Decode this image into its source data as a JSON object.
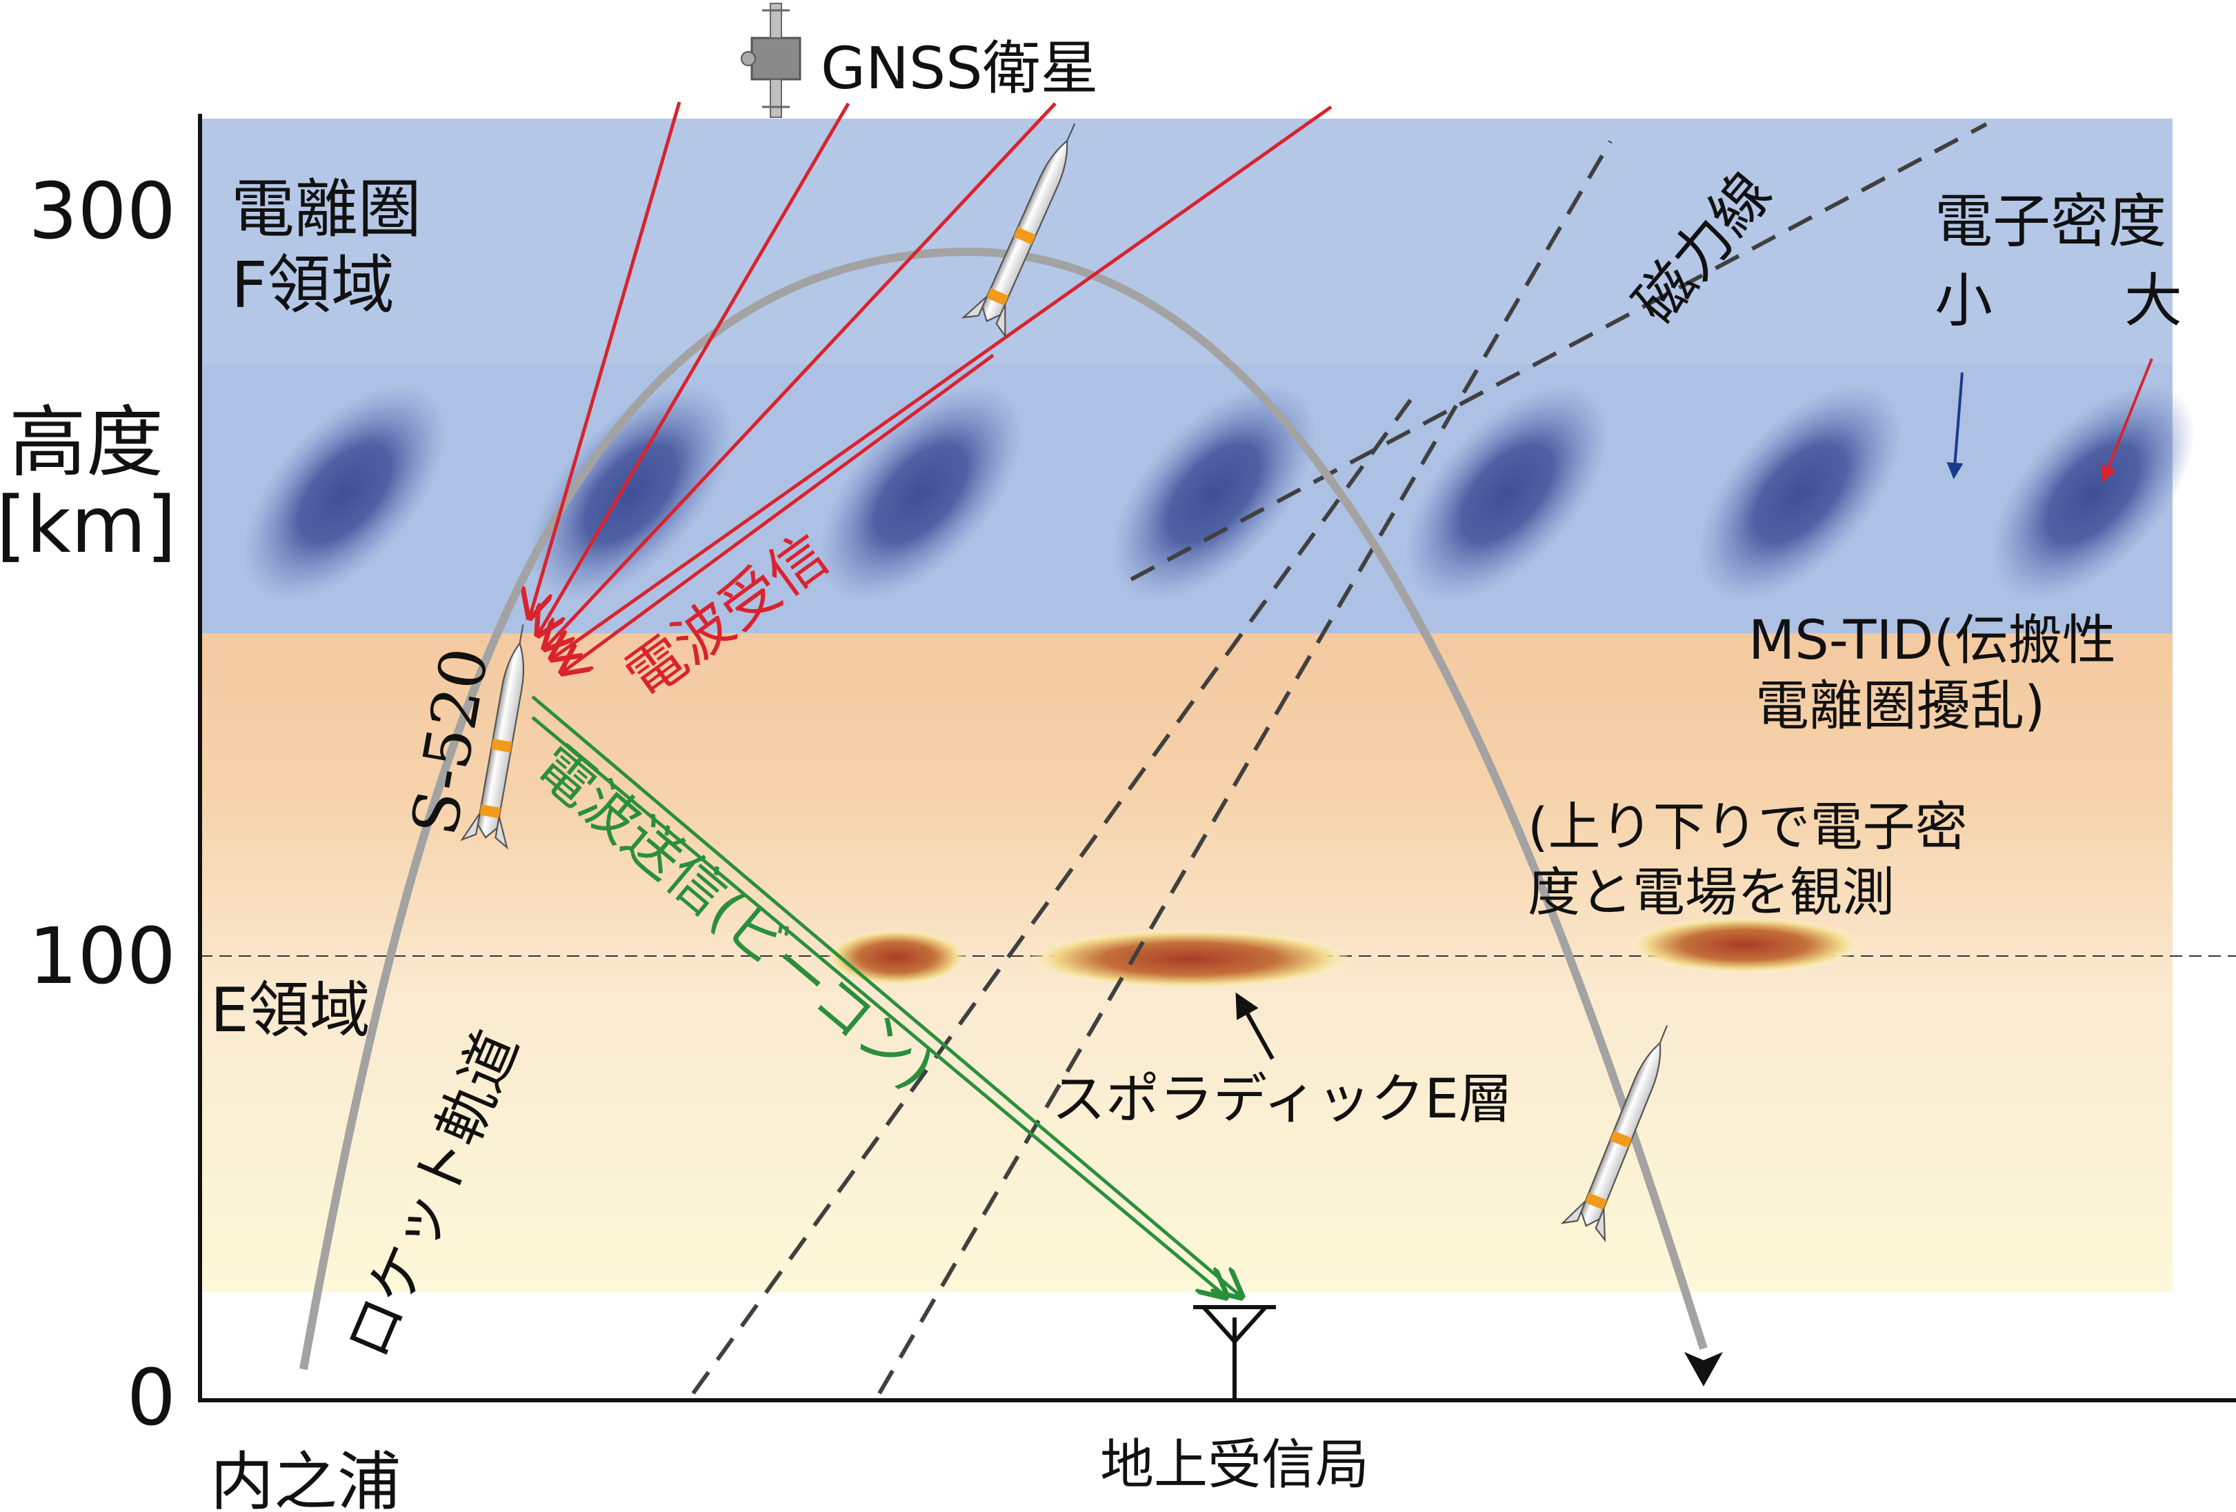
{
  "axis": {
    "y_title": "高度",
    "y_unit": "[km]",
    "ticks": [
      "300",
      "100",
      "0"
    ],
    "x_left_label": "内之浦",
    "x_station_label": "地上受信局"
  },
  "regions": {
    "f_region": [
      "電離圏",
      "F領域"
    ],
    "e_region": "E領域"
  },
  "labels": {
    "gnss": "GNSS衛星",
    "rocket_name": "S-520",
    "trajectory": "ロケット軌道",
    "receive": "電波受信",
    "transmit": "電波送信(ビーコン)",
    "field_lines": "磁力線",
    "density_title": "電子密度",
    "density_small": "小",
    "density_large": "大",
    "ms_tid": [
      "MS-TID(伝搬性",
      "電離圏擾乱)"
    ],
    "observe": [
      "(上り下りで電子密",
      "度と電場を観測"
    ],
    "sporadic_e": "スポラディックE層"
  },
  "colors": {
    "f_band": "#b4c7e7",
    "e_band_top": "#f4cda4",
    "e_band_bottom": "#fcf7d8",
    "blob": "#4a5d9f",
    "es_layer": "#b1452a",
    "gnss_rays": "#d9232d",
    "beacon": "#2a8f3c",
    "trajectory": "#a0a0a0",
    "field_line": "#404040",
    "arrow_small": "#1a3a8a",
    "arrow_large": "#d9232d"
  }
}
